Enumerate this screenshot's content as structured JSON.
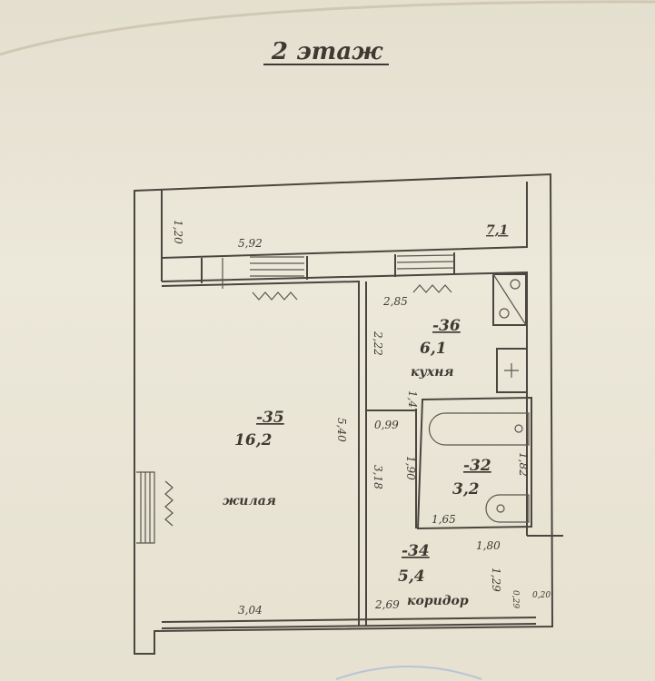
{
  "title": "2 этаж",
  "balcony": {
    "area": "7,1",
    "depth": "1,20",
    "width": "5,92"
  },
  "living_room": {
    "number": "-35",
    "area": "16,2",
    "name": "жилая",
    "length": "5,40",
    "width": "3,04"
  },
  "kitchen": {
    "number": "-36",
    "area": "6,1",
    "name": "кухня",
    "width": "2,85",
    "length": "2,22"
  },
  "bathroom": {
    "number": "-32",
    "area": "3,2",
    "width": "1,65",
    "length": "1,82",
    "side": "1,90"
  },
  "corridor": {
    "number": "-34",
    "area": "5,4",
    "name": "коридор",
    "length": "3,18",
    "width": "2,69",
    "niche": "0,99",
    "door_dim": "1,4",
    "bath_width": "1,80",
    "small1": "1,29",
    "small2": "0,29",
    "small3": "0,20"
  },
  "colors": {
    "paper": "#e9e4d3",
    "ink": "#4a463f"
  }
}
